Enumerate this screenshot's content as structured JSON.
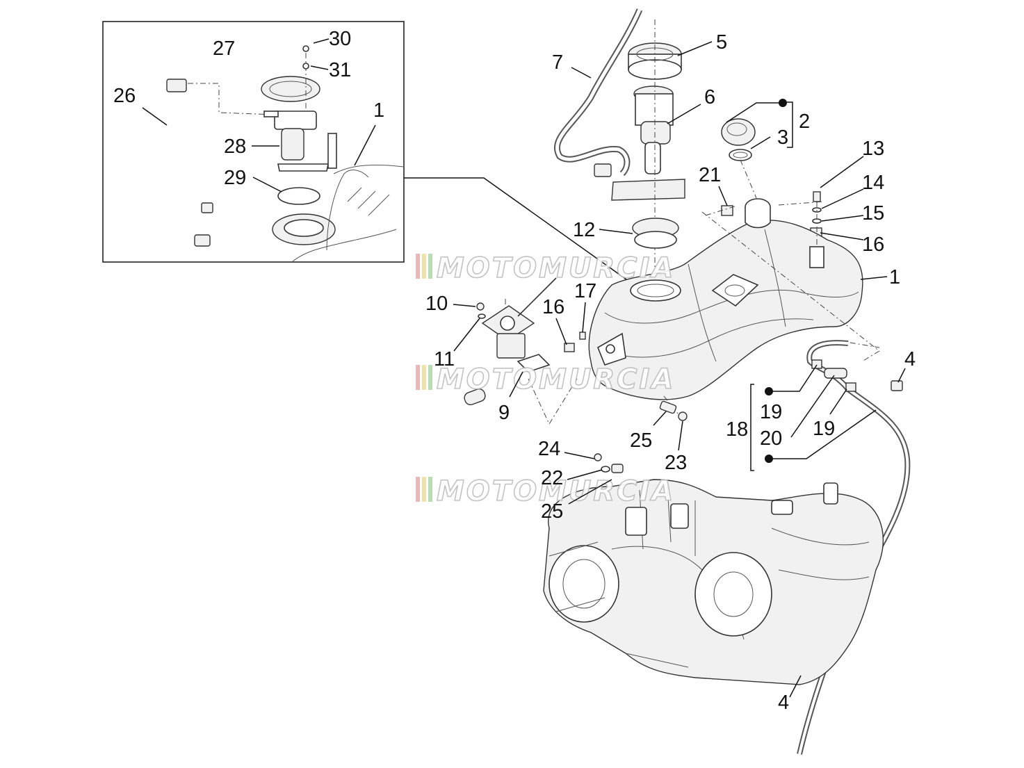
{
  "watermark": {
    "text": "MOTOMURCIA",
    "stripe_colors": [
      "#e9b8b8",
      "#f1e2a6",
      "#b9dcb4"
    ]
  },
  "inset_labels": [
    {
      "key": "27",
      "text": "27"
    },
    {
      "key": "30",
      "text": "30"
    },
    {
      "key": "31",
      "text": "31"
    },
    {
      "key": "26",
      "text": "26"
    },
    {
      "key": "28",
      "text": "28"
    },
    {
      "key": "29",
      "text": "29"
    },
    {
      "key": "1i",
      "text": "1"
    }
  ],
  "labels": [
    {
      "key": "7",
      "text": "7"
    },
    {
      "key": "5",
      "text": "5"
    },
    {
      "key": "6",
      "text": "6"
    },
    {
      "key": "2",
      "text": "2"
    },
    {
      "key": "3",
      "text": "3"
    },
    {
      "key": "13",
      "text": "13"
    },
    {
      "key": "14",
      "text": "14"
    },
    {
      "key": "15",
      "text": "15"
    },
    {
      "key": "16a",
      "text": "16"
    },
    {
      "key": "21",
      "text": "21"
    },
    {
      "key": "12",
      "text": "12"
    },
    {
      "key": "1",
      "text": "1"
    },
    {
      "key": "10",
      "text": "10"
    },
    {
      "key": "17",
      "text": "17"
    },
    {
      "key": "16b",
      "text": "16"
    },
    {
      "key": "11",
      "text": "11"
    },
    {
      "key": "9",
      "text": "9"
    },
    {
      "key": "4a",
      "text": "4"
    },
    {
      "key": "19a",
      "text": "19"
    },
    {
      "key": "18",
      "text": "18"
    },
    {
      "key": "20",
      "text": "20"
    },
    {
      "key": "19b",
      "text": "19"
    },
    {
      "key": "25a",
      "text": "25"
    },
    {
      "key": "23",
      "text": "23"
    },
    {
      "key": "24",
      "text": "24"
    },
    {
      "key": "22",
      "text": "22"
    },
    {
      "key": "25b",
      "text": "25"
    },
    {
      "key": "4b",
      "text": "4"
    }
  ]
}
